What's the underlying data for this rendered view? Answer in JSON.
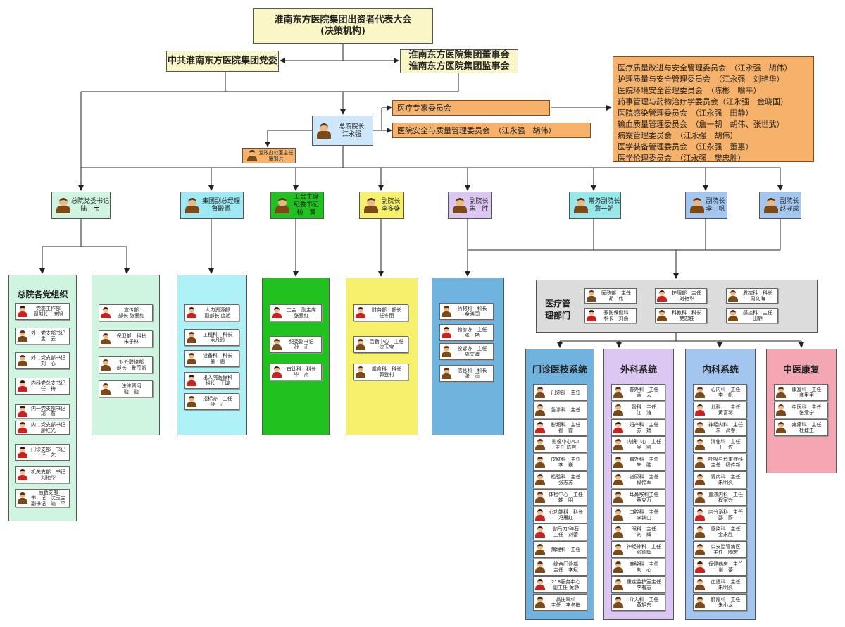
{
  "top": {
    "line1": "淮南东方医院集团出资者代表大会",
    "line2": "(决策机构)"
  },
  "party": "中共淮南东方医院集团党委",
  "board": {
    "line1": "淮南东方医院集团董事会",
    "line2": "淮南东方医院集团监事会"
  },
  "president": "总院院长\n江永强",
  "office": "党政办公室主任\n屡钢兵",
  "committees_right": [
    "医疗质量改进与安全管理委员会　（江永强　胡伟）",
    "护理质量与安全管理委员会　（江永强　刘艳华）",
    "医院环境安全管理委员会　（陈彬　喻平）",
    "药事管理与药物治疗学委员会（江永强　金晓国）",
    "医院感染管理委员会　（江永强　田静）",
    "输血质量管理委员会　（詹一朝　胡伟、张世武）",
    "病案管理委员会　（江永强　胡伟）",
    "医学装备管理委员会　（江永强　董惠）",
    "医学伦理委员会　（江永强　樊忠胜）"
  ],
  "expert_committee": "医疗专家委员会",
  "safety_committee": "医院安全与质量管理委员会　（江永强　胡伟）",
  "leaders": [
    {
      "label": "总院党委书记\n陆　宝",
      "color": "#cff5e0"
    },
    {
      "label": "集团副总经理\n鲁殿佩",
      "color": "#9ee9f3"
    },
    {
      "label": "工会主席\n纪委书记\n杨　簧",
      "color": "#1fc21f"
    },
    {
      "label": "副院长\n李多盛",
      "color": "#f7f06a"
    },
    {
      "label": "副院长\n朱　胜",
      "color": "#dcc7f2"
    },
    {
      "label": "常务副院长\n詹一朝",
      "color": "#97e8ea"
    },
    {
      "label": "副院长\n李　帆",
      "color": "#a3c6f0"
    },
    {
      "label": "副院长\n赵守成",
      "color": "#a3c6f0"
    }
  ],
  "party_org_title": "总院各党组织",
  "party_org": [
    {
      "t": "党委工作部\n副部长　庞旭",
      "f": true
    },
    {
      "t": "外一党支部书记\n孟　云",
      "f": false
    },
    {
      "t": "外二党支部书记\n刘　心",
      "f": false
    },
    {
      "t": "内科党总支书记\n任　梅",
      "f": true
    },
    {
      "t": "内一党支部书记\n邵　蔚",
      "f": true
    },
    {
      "t": "内二党支部书记\n廖红光",
      "f": true
    },
    {
      "t": "门诊支部　书记\n汪　艺",
      "f": true
    },
    {
      "t": "机关支部　书记\n刘艳华",
      "f": true
    },
    {
      "t": "后勤支部\n书　记　沈玉宝\n副书记　喻　平",
      "f": false
    }
  ],
  "col_propaganda": [
    {
      "t": "宣传部\n部长 张爱红",
      "f": true
    },
    {
      "t": "保卫部　科长\n朱子林",
      "f": false
    },
    {
      "t": "对外联络部\n部长　鲁可帆",
      "f": false
    },
    {
      "t": "法律顾问\n骁　骁",
      "f": false
    }
  ],
  "col_hr": [
    {
      "t": "人力资源部\n副部长 庞旭",
      "f": true
    },
    {
      "t": "工程科　科长\n孟凡珍",
      "f": false
    },
    {
      "t": "设备科　科长\n董　惠",
      "f": false
    },
    {
      "t": "出入院医保科\n科长　王璇",
      "f": true
    },
    {
      "t": "招标办　主任\n孙　正",
      "f": false
    }
  ],
  "col_union": [
    {
      "t": "工会　副主席\n张爱红",
      "f": true
    },
    {
      "t": "纪委副书记\n孙　正",
      "f": false
    },
    {
      "t": "审计科　科长\n毕　杰",
      "f": true
    }
  ],
  "col_finance": [
    {
      "t": "财务部　部长\n任冬丽",
      "f": true
    },
    {
      "t": "后勤中心　主任\n沈玉宝",
      "f": false
    },
    {
      "t": "膳食科　科长\n郭登村",
      "f": false
    }
  ],
  "col_pharma": [
    {
      "t": "药材科　科长\n金晓国",
      "f": false
    },
    {
      "t": "物价办　主任\n张　艳",
      "f": true
    },
    {
      "t": "投诉办　主任\n周文海",
      "f": false
    },
    {
      "t": "信息科　科长\n张　雨",
      "f": false
    }
  ],
  "medical_dept_title": "医疗管\n理部门",
  "medical_dept": [
    {
      "t": "医政部　主任\n胡　伟",
      "f": false
    },
    {
      "t": "护理部　主任\n刘艳华",
      "f": true
    },
    {
      "t": "质控科　科长\n周文海",
      "f": false
    },
    {
      "t": "预防保健科\n科长　刘燕",
      "f": true
    },
    {
      "t": "科教科　科长\n樊忠胜",
      "f": false
    },
    {
      "t": "感控科　主任\n田静",
      "f": false
    }
  ],
  "outpatient_title": "门诊医技系统",
  "outpatient": [
    {
      "t": "门诊部　主任\n",
      "f": false
    },
    {
      "t": "急诊科　主任\n",
      "f": false
    },
    {
      "t": "影超科　主任\n翟　霞",
      "f": true
    },
    {
      "t": "影像中心/CT\n主任 陈芑",
      "f": false
    },
    {
      "t": "皮肤科　主任\n李　巍",
      "f": false
    },
    {
      "t": "检验科　主任\n张志苏",
      "f": false
    },
    {
      "t": "体检中心　主任\n韩　明",
      "f": false
    },
    {
      "t": "心功能科　科长\n冯雁红",
      "f": true
    },
    {
      "t": "伽马刀/碎石\n主任　刘蕾",
      "f": true
    },
    {
      "t": "病理科　主任\n",
      "f": false
    },
    {
      "t": "综合门诊部\n主任　李斌",
      "f": false
    },
    {
      "t": "218服务中心\n副主任 黄静",
      "f": true
    },
    {
      "t": "高压氧科\n主任　李冬梅",
      "f": false
    }
  ],
  "surgery_title": "外科系统",
  "surgery": [
    {
      "t": "普外科　主任\n孟　云",
      "f": false
    },
    {
      "t": "骨科　主任\n江　涛",
      "f": false
    },
    {
      "t": "妇产科　主任\n苏　嫱",
      "f": true
    },
    {
      "t": "内镜中心　主任\n吴　凯",
      "f": false
    },
    {
      "t": "胸外科　主任\n朱　胜",
      "f": false
    },
    {
      "t": "泌尿科　主任\n段传军",
      "f": false
    },
    {
      "t": "耳鼻喉科主任\n蔡克万",
      "f": false
    },
    {
      "t": "口腔科　主任\n李铁山",
      "f": false
    },
    {
      "t": "眼科　主任\n刘　辉",
      "f": false
    },
    {
      "t": "神经外科　主任\n张德辉",
      "f": false
    },
    {
      "t": "麻醉科　主任\n刘　心",
      "f": false
    },
    {
      "t": "重症监护室主任\n李有志",
      "f": false
    },
    {
      "t": "介入科　主任\n黄旭东",
      "f": false
    }
  ],
  "internal_title": "内科系统",
  "internal": [
    {
      "t": "心内科　主任\n李　帆",
      "f": false
    },
    {
      "t": "儿科　　主任\n黄富琴",
      "f": true
    },
    {
      "t": "神经内科　主任\n朱　高春",
      "f": false
    },
    {
      "t": "消化科　主任\n王　佐",
      "f": false
    },
    {
      "t": "呼吸与危重症科\n主任　杨传新",
      "f": false
    },
    {
      "t": "肾内科　主任\n朱明久",
      "f": false
    },
    {
      "t": "血液内科　主任\n程家兴",
      "f": false
    },
    {
      "t": "内分泌科　主任\n邵　蔚",
      "f": true
    },
    {
      "t": "感染科　主任\n金永胜",
      "f": false
    },
    {
      "t": "公安监管病区\n主任　陶宏",
      "f": false
    },
    {
      "t": "保健病房　主任\n谢　蕾",
      "f": true
    },
    {
      "t": "血透科　主任\n朱明久",
      "f": false
    },
    {
      "t": "肿瘤科　主任\n朱小龙",
      "f": false
    }
  ],
  "tcm_title": "中医康复",
  "tcm": [
    {
      "t": "康复科　主任\n商甲甲",
      "f": false
    },
    {
      "t": "中医科　主任\n张爱宁",
      "f": false
    },
    {
      "t": "疼痛科　主任\n杜建生",
      "f": false
    }
  ]
}
